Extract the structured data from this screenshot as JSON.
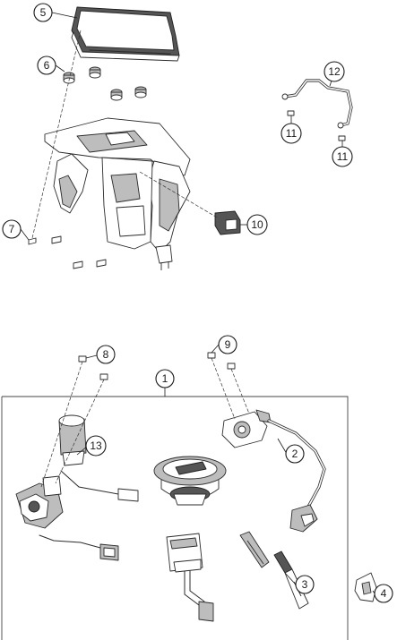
{
  "callouts": [
    {
      "id": "1",
      "label": "1"
    },
    {
      "id": "2",
      "label": "2"
    },
    {
      "id": "3",
      "label": "3"
    },
    {
      "id": "4",
      "label": "4"
    },
    {
      "id": "5",
      "label": "5"
    },
    {
      "id": "6",
      "label": "6"
    },
    {
      "id": "7",
      "label": "7"
    },
    {
      "id": "8",
      "label": "8"
    },
    {
      "id": "9",
      "label": "9"
    },
    {
      "id": "10",
      "label": "10"
    },
    {
      "id": "11a",
      "label": "11"
    },
    {
      "id": "11b",
      "label": "11"
    },
    {
      "id": "12",
      "label": "12"
    },
    {
      "id": "13",
      "label": "13"
    }
  ],
  "colors": {
    "line": "#2b2b2b",
    "shade": "#bdbdbd",
    "dark": "#555555",
    "background": "#ffffff"
  }
}
